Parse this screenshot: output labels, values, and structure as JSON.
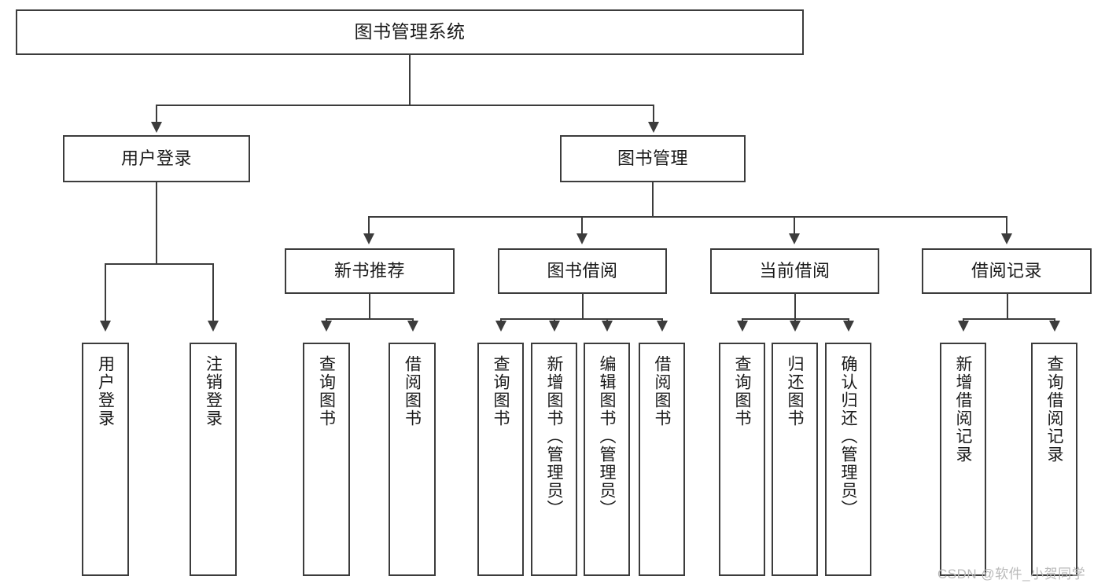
{
  "diagram": {
    "title": "图书管理系统",
    "type": "hierarchy-tree",
    "root": {
      "id": "root",
      "label": "图书管理系统"
    },
    "level2": [
      {
        "id": "user-login",
        "label": "用户登录"
      },
      {
        "id": "book-manage",
        "label": "图书管理"
      }
    ],
    "level3": [
      {
        "id": "new-book-rec",
        "label": "新书推荐",
        "parent": "book-manage"
      },
      {
        "id": "book-borrow",
        "label": "图书借阅",
        "parent": "book-manage"
      },
      {
        "id": "current-borrow",
        "label": "当前借阅",
        "parent": "book-manage"
      },
      {
        "id": "borrow-record",
        "label": "借阅记录",
        "parent": "book-manage"
      }
    ],
    "leaves": [
      {
        "id": "leaf-user-login",
        "label": "用户登录",
        "parent": "user-login"
      },
      {
        "id": "leaf-logout",
        "label": "注销登录",
        "parent": "user-login"
      },
      {
        "id": "leaf-query-book-1",
        "label": "查询图书",
        "parent": "new-book-rec"
      },
      {
        "id": "leaf-borrow-book-1",
        "label": "借阅图书",
        "parent": "new-book-rec"
      },
      {
        "id": "leaf-query-book-2",
        "label": "查询图书",
        "parent": "book-borrow"
      },
      {
        "id": "leaf-add-book",
        "label": "新增图书（管理员）",
        "parent": "book-borrow"
      },
      {
        "id": "leaf-edit-book",
        "label": "编辑图书（管理员）",
        "parent": "book-borrow"
      },
      {
        "id": "leaf-borrow-book-2",
        "label": "借阅图书",
        "parent": "book-borrow"
      },
      {
        "id": "leaf-query-book-3",
        "label": "查询图书",
        "parent": "current-borrow"
      },
      {
        "id": "leaf-return-book",
        "label": "归还图书",
        "parent": "current-borrow"
      },
      {
        "id": "leaf-confirm-return",
        "label": "确认归还（管理员）",
        "parent": "current-borrow"
      },
      {
        "id": "leaf-add-record",
        "label": "新增借阅记录",
        "parent": "borrow-record"
      },
      {
        "id": "leaf-query-record",
        "label": "查询借阅记录",
        "parent": "borrow-record"
      }
    ],
    "watermark": "CSDN @软件_小贺同学",
    "colors": {
      "stroke": "#3c3c3c",
      "text": "#1a1a1a",
      "background": "#ffffff",
      "watermark": "#b9b9b9"
    }
  }
}
